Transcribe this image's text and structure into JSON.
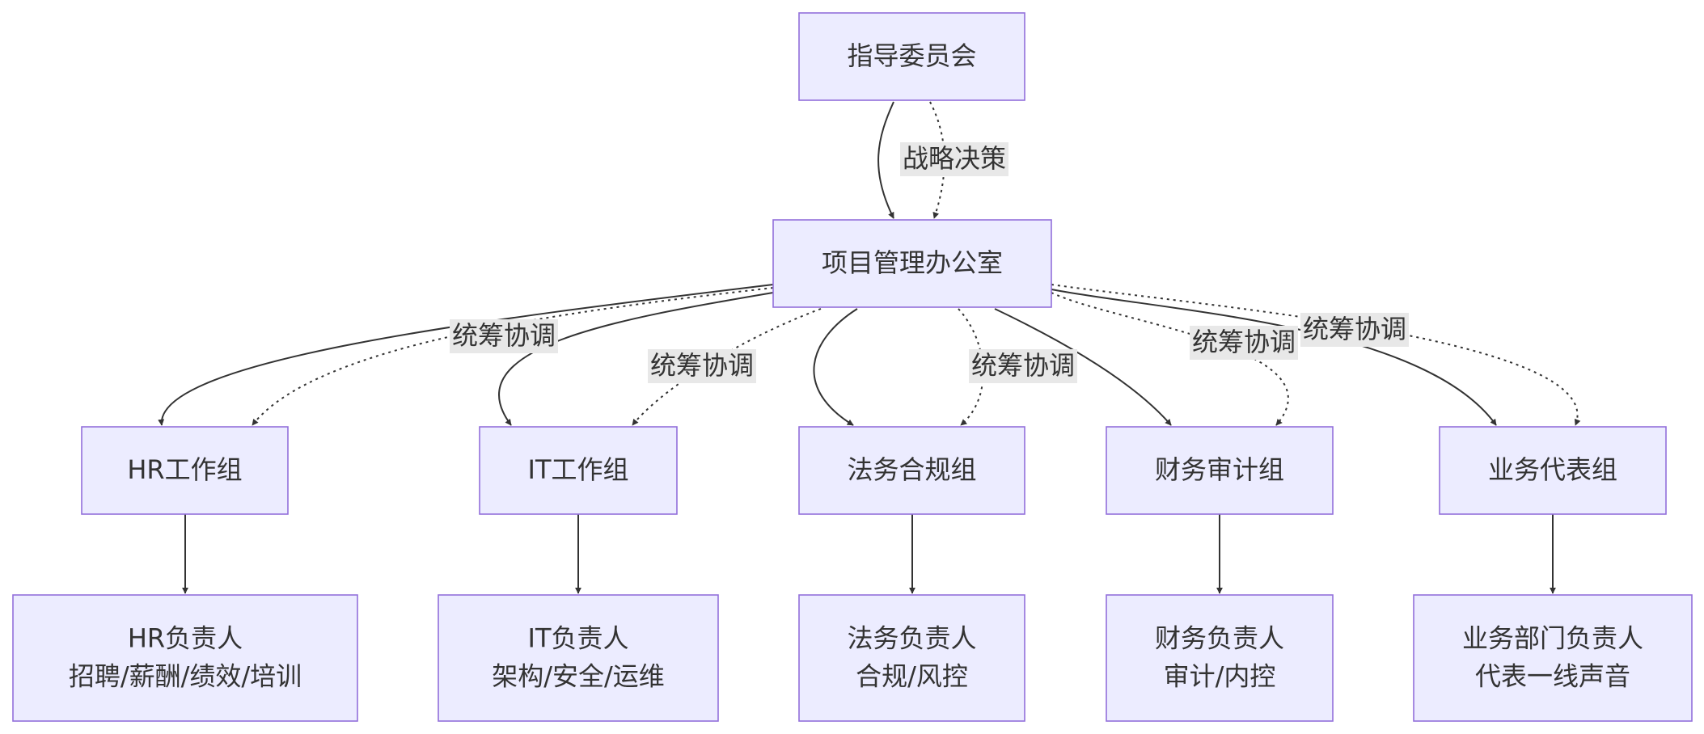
{
  "nodes": {
    "steering": {
      "lines": [
        "指导委员会"
      ]
    },
    "pmo": {
      "lines": [
        "项目管理办公室"
      ]
    },
    "hr_group": {
      "lines": [
        "HR工作组"
      ]
    },
    "it_group": {
      "lines": [
        "IT工作组"
      ]
    },
    "legal_group": {
      "lines": [
        "法务合规组"
      ]
    },
    "finance_group": {
      "lines": [
        "财务审计组"
      ]
    },
    "biz_group": {
      "lines": [
        "业务代表组"
      ]
    },
    "hr_lead": {
      "lines": [
        "HR负责人",
        "招聘/薪酬/绩效/培训"
      ]
    },
    "it_lead": {
      "lines": [
        "IT负责人",
        "架构/安全/运维"
      ]
    },
    "legal_lead": {
      "lines": [
        "法务负责人",
        "合规/风控"
      ]
    },
    "finance_lead": {
      "lines": [
        "财务负责人",
        "审计/内控"
      ]
    },
    "biz_lead": {
      "lines": [
        "业务部门负责人",
        "代表一线声音"
      ]
    }
  },
  "edges": [
    {
      "from": "steering",
      "to": "pmo",
      "style": "solid",
      "label": ""
    },
    {
      "from": "steering",
      "to": "pmo",
      "style": "dashed",
      "label": "战略决策"
    },
    {
      "from": "pmo",
      "to": "hr_group",
      "style": "solid",
      "label": ""
    },
    {
      "from": "pmo",
      "to": "hr_group",
      "style": "dashed",
      "label": "统筹协调"
    },
    {
      "from": "pmo",
      "to": "it_group",
      "style": "solid",
      "label": ""
    },
    {
      "from": "pmo",
      "to": "it_group",
      "style": "dashed",
      "label": "统筹协调"
    },
    {
      "from": "pmo",
      "to": "legal_group",
      "style": "solid",
      "label": ""
    },
    {
      "from": "pmo",
      "to": "legal_group",
      "style": "dashed",
      "label": "统筹协调"
    },
    {
      "from": "pmo",
      "to": "finance_group",
      "style": "solid",
      "label": ""
    },
    {
      "from": "pmo",
      "to": "finance_group",
      "style": "dashed",
      "label": "统筹协调"
    },
    {
      "from": "pmo",
      "to": "biz_group",
      "style": "solid",
      "label": ""
    },
    {
      "from": "pmo",
      "to": "biz_group",
      "style": "dashed",
      "label": "统筹协调"
    },
    {
      "from": "hr_group",
      "to": "hr_lead",
      "style": "solid",
      "label": ""
    },
    {
      "from": "it_group",
      "to": "it_lead",
      "style": "solid",
      "label": ""
    },
    {
      "from": "legal_group",
      "to": "legal_lead",
      "style": "solid",
      "label": ""
    },
    {
      "from": "finance_group",
      "to": "finance_lead",
      "style": "solid",
      "label": ""
    },
    {
      "from": "biz_group",
      "to": "biz_lead",
      "style": "solid",
      "label": ""
    }
  ]
}
